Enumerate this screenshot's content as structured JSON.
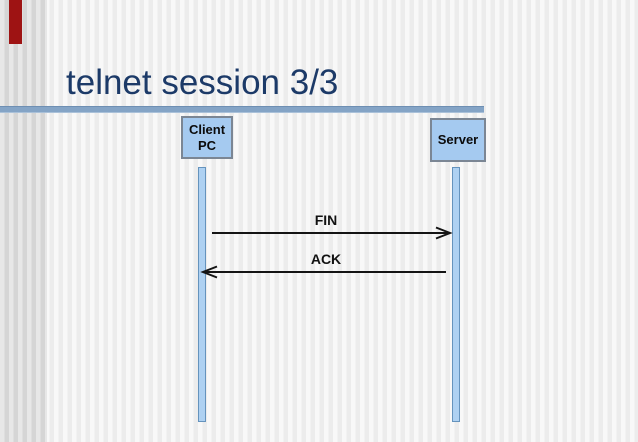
{
  "slide": {
    "title": "telnet session 3/3",
    "colors": {
      "title_text": "#1c3a68",
      "title_rule": "#84a4c6",
      "accent_red_bar": "#9e1313",
      "actor_box_fill": "#a5caf0",
      "actor_box_border": "#7b8694",
      "lifeline_fill": "#aed1f2",
      "lifeline_border": "#6593bd",
      "arrow_stroke": "#141414"
    }
  },
  "diagram": {
    "actors": [
      {
        "id": "client",
        "label_line1": "Client",
        "label_line2": "PC"
      },
      {
        "id": "server",
        "label": "Server"
      }
    ],
    "messages": [
      {
        "label": "FIN",
        "from": "client",
        "to": "server"
      },
      {
        "label": "ACK",
        "from": "server",
        "to": "client"
      }
    ]
  }
}
